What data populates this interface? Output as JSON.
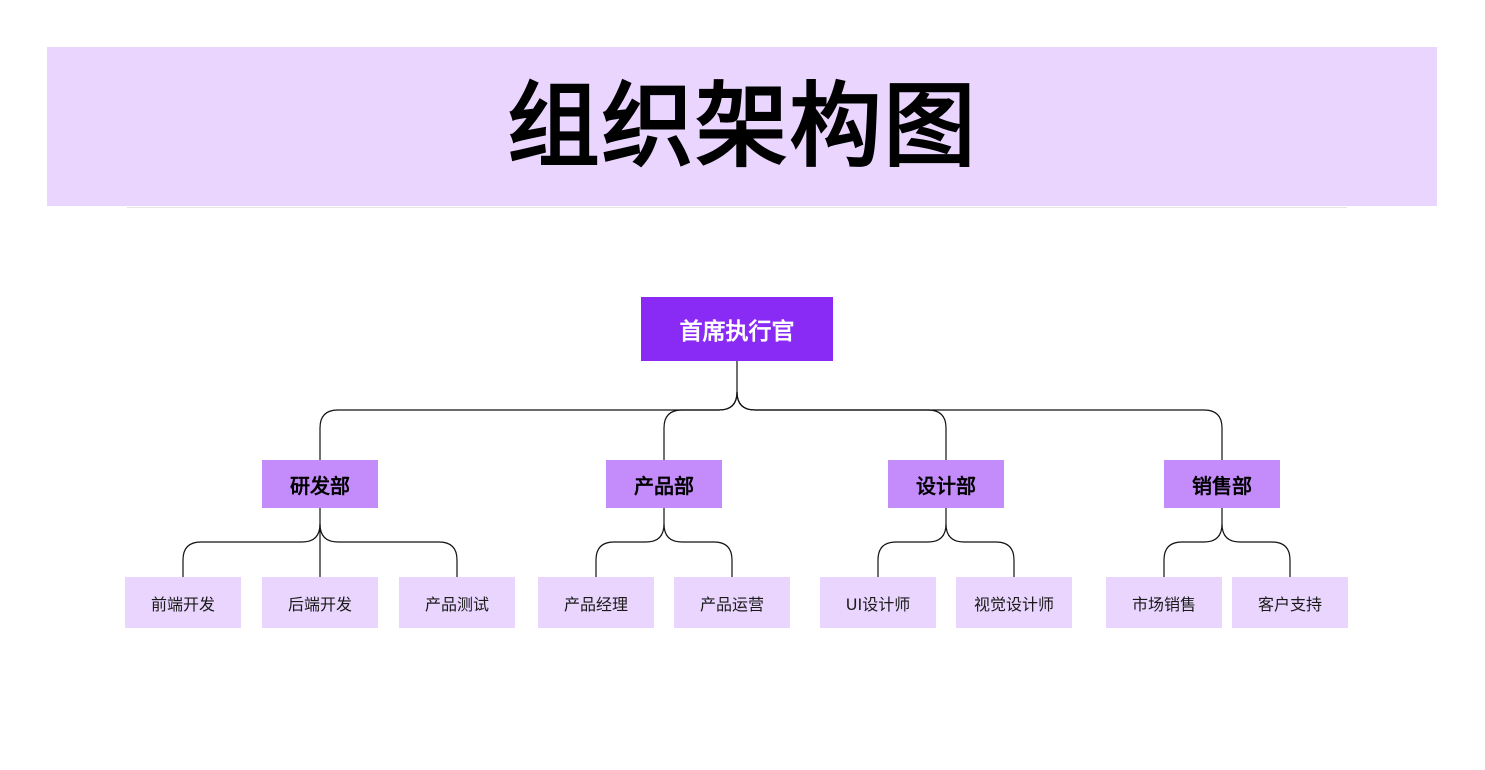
{
  "header": {
    "title": "组织架构图",
    "banner_color": "#e9d5fd"
  },
  "org": {
    "root": {
      "label": "首席执行官",
      "color": "#8a2bf5"
    },
    "departments": [
      {
        "label": "研发部",
        "teams": [
          "前端开发",
          "后端开发",
          "产品测试"
        ]
      },
      {
        "label": "产品部",
        "teams": [
          "产品经理",
          "产品运营"
        ]
      },
      {
        "label": "设计部",
        "teams": [
          "UI设计师",
          "视觉设计师"
        ]
      },
      {
        "label": "销售部",
        "teams": [
          "市场销售",
          "客户支持"
        ]
      }
    ],
    "department_color": "#c48cfa",
    "team_color": "#e9d5fd"
  }
}
